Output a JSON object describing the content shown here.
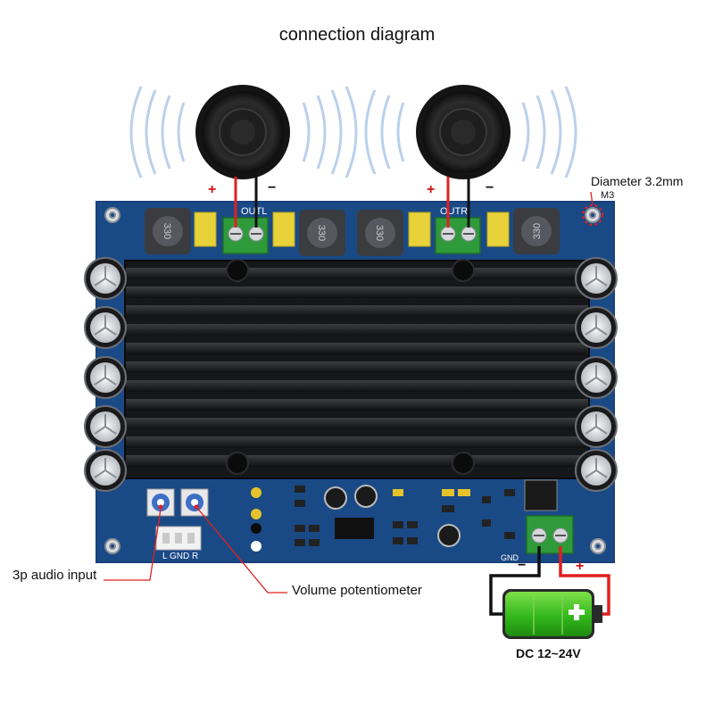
{
  "diagram": {
    "title": "connection diagram",
    "annotations": {
      "diameter": "Diameter 3.2mm",
      "mount_hole": "M3",
      "audio_input": "3p audio input",
      "volume": "Volume potentiometer",
      "power": "DC 12~24V"
    },
    "polarity": {
      "plus": "+",
      "minus": "−"
    },
    "board_labels": {
      "out_left": "OUTL",
      "out_right": "OUTR",
      "input_pins": "L GND R",
      "gnd": "GND",
      "inductor_value": "330"
    },
    "colors": {
      "pcb": "#1a4a86",
      "heatsink": "#16171a",
      "terminal": "#2f9a3a",
      "capacitor_yellow": "#e8d23a",
      "wire_red": "#e02020",
      "wire_black": "#111111",
      "battery_green": "#39c21e",
      "sound_wave": "#a9c5e8"
    },
    "icons": [
      "speaker-icon",
      "battery-icon",
      "mount-hole-icon"
    ]
  }
}
